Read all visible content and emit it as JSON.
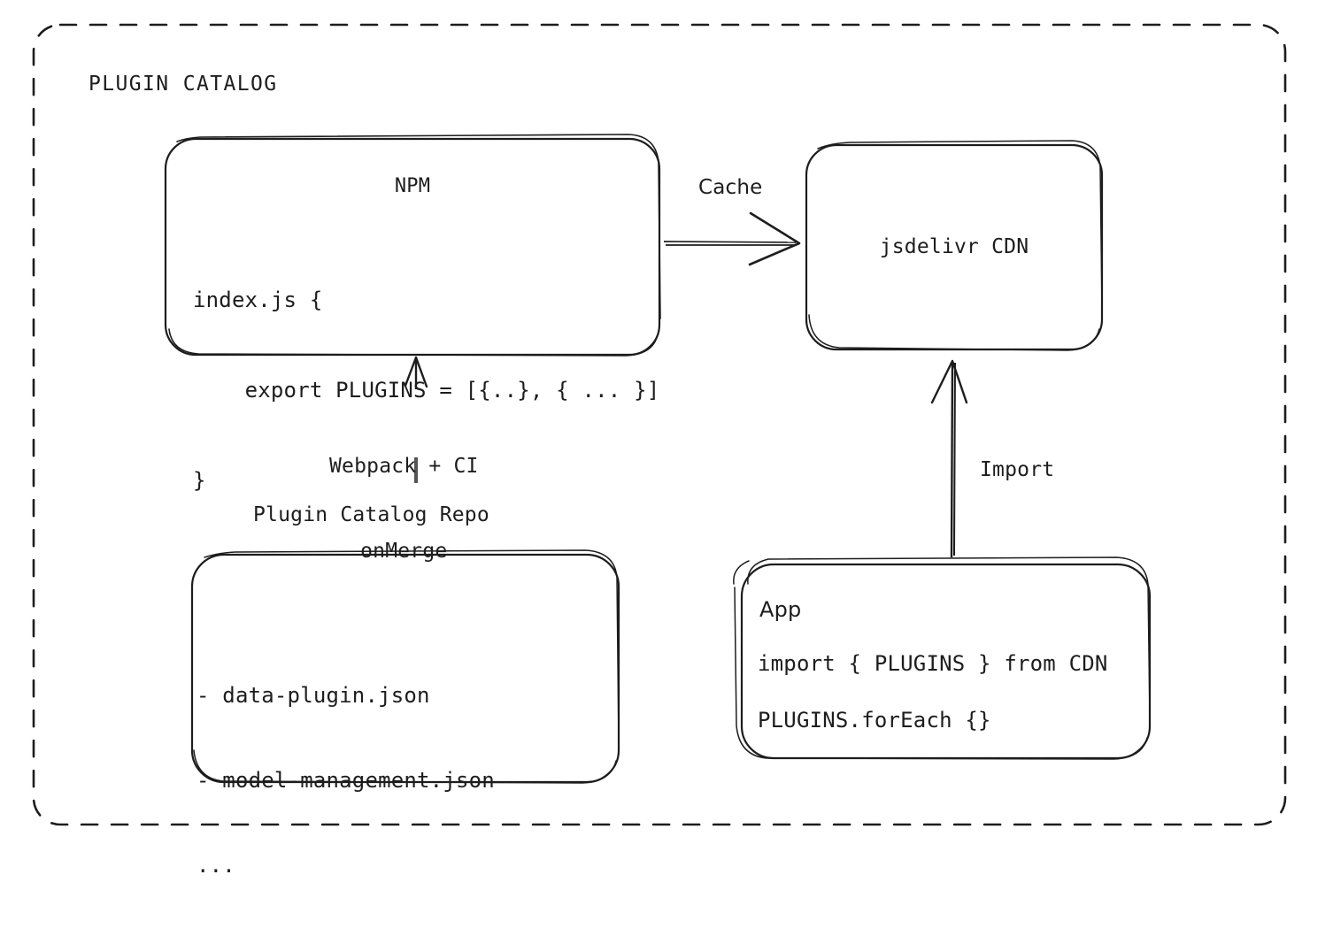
{
  "diagram": {
    "title": "PLUGIN CATALOG",
    "background_color": "#ffffff",
    "stroke_color": "#1d1d1d",
    "container": {
      "label": "PLUGIN CATALOG",
      "border_style": "dashed",
      "border_radius": 28
    },
    "nodes": [
      {
        "id": "npm",
        "title": "NPM",
        "code_lines": [
          "index.js {",
          "    export PLUGINS = [{..}, { ... }]",
          "}"
        ]
      },
      {
        "id": "jsdelivr-cdn",
        "title": "jsdelivr CDN"
      },
      {
        "id": "plugin-catalog-repo",
        "label": "Plugin Catalog Repo",
        "code_lines": [
          "- data-plugin.json",
          "- model-management.json",
          "..."
        ]
      },
      {
        "id": "app",
        "title": "App",
        "code_lines": [
          "import { PLUGINS } from CDN",
          "PLUGINS.forEach {}"
        ]
      }
    ],
    "edges": [
      {
        "id": "npm-to-cdn",
        "label": "Cache",
        "from": "npm",
        "to": "jsdelivr-cdn",
        "direction": "right"
      },
      {
        "id": "repo-to-npm",
        "label": "Webpack + CI\nonMerge",
        "label_line1": "Webpack + CI",
        "label_line2": "onMerge",
        "from": "plugin-catalog-repo",
        "to": "npm",
        "direction": "up"
      },
      {
        "id": "app-to-cdn",
        "label": "Import",
        "from": "app",
        "to": "jsdelivr-cdn",
        "direction": "up"
      }
    ]
  }
}
